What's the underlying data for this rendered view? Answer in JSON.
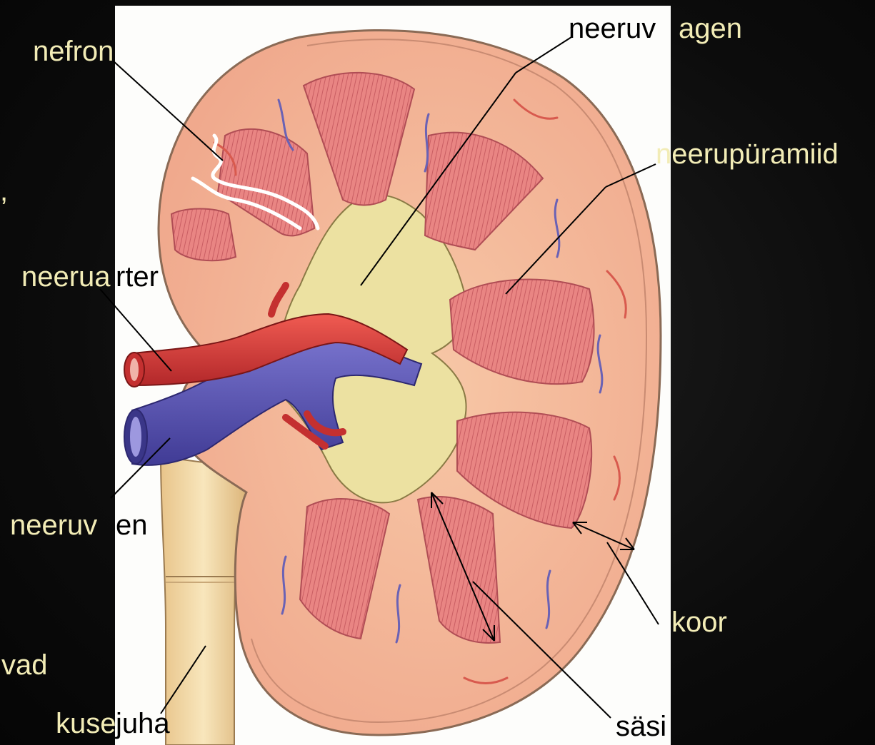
{
  "slide_fragments": {
    "comma": ",",
    "vad": "vad"
  },
  "labels": {
    "nefron": "nefron",
    "neeruvaagen_a": "neeruv",
    "neeruvaagen_b": "agen",
    "neerupyramiid": "neerupüramiid",
    "neeruarter_a": "neerua",
    "neeruarter_b": "rter",
    "neeruveen_a": "neeruv",
    "neeruveen_b": "en",
    "koor": "koor",
    "kusejuha_a": "kuse",
    "kusejuha_b": "juha",
    "sasi": "säsi"
  },
  "colors": {
    "background": "#111111",
    "panel": "#ffffff",
    "label_on_dark": "#f2ecb6",
    "label_on_white": "#000000",
    "cortex": "#f2b79a",
    "pyramid": "#e37a78",
    "pelvis": "#ece1a1",
    "artery": "#d9403c",
    "vein": "#5b56b0",
    "ureter": "#efd7a7"
  }
}
